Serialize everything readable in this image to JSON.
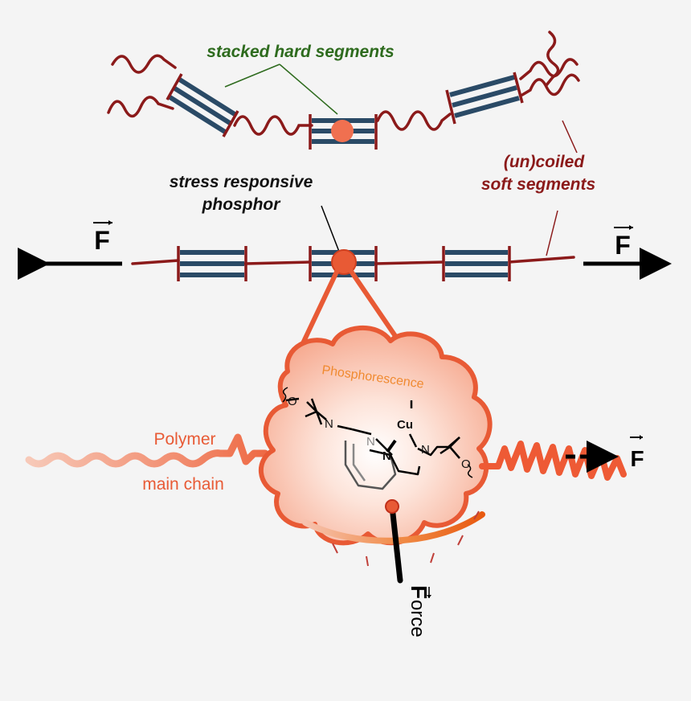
{
  "labels": {
    "hard_segments": "stacked hard segments",
    "responsive_1": "stress responsive",
    "responsive_2": "phosphor",
    "soft_1": "(un)coiled",
    "soft_2": "soft segments",
    "force_symbol": "F",
    "phosphorescence": "Phosphorescence",
    "polymer_1": "Polymer",
    "polymer_2": "main chain",
    "force_word_rest": "orce"
  },
  "molecule": {
    "metal": "Cu",
    "n_left": "N",
    "n_center": "N",
    "n_pyridine": "N",
    "n_right": "N",
    "o_left": "O",
    "o_right": "O"
  },
  "colors": {
    "background": "#f4f4f4",
    "soft_segment": "#8b1a1a",
    "hard_segment": "#2a4a66",
    "hard_label": "#2e6b1e",
    "soft_label": "#8b1a1a",
    "phosphor": "#f07050",
    "accent": "#e85a35",
    "cloud_text": "#f08a30"
  }
}
